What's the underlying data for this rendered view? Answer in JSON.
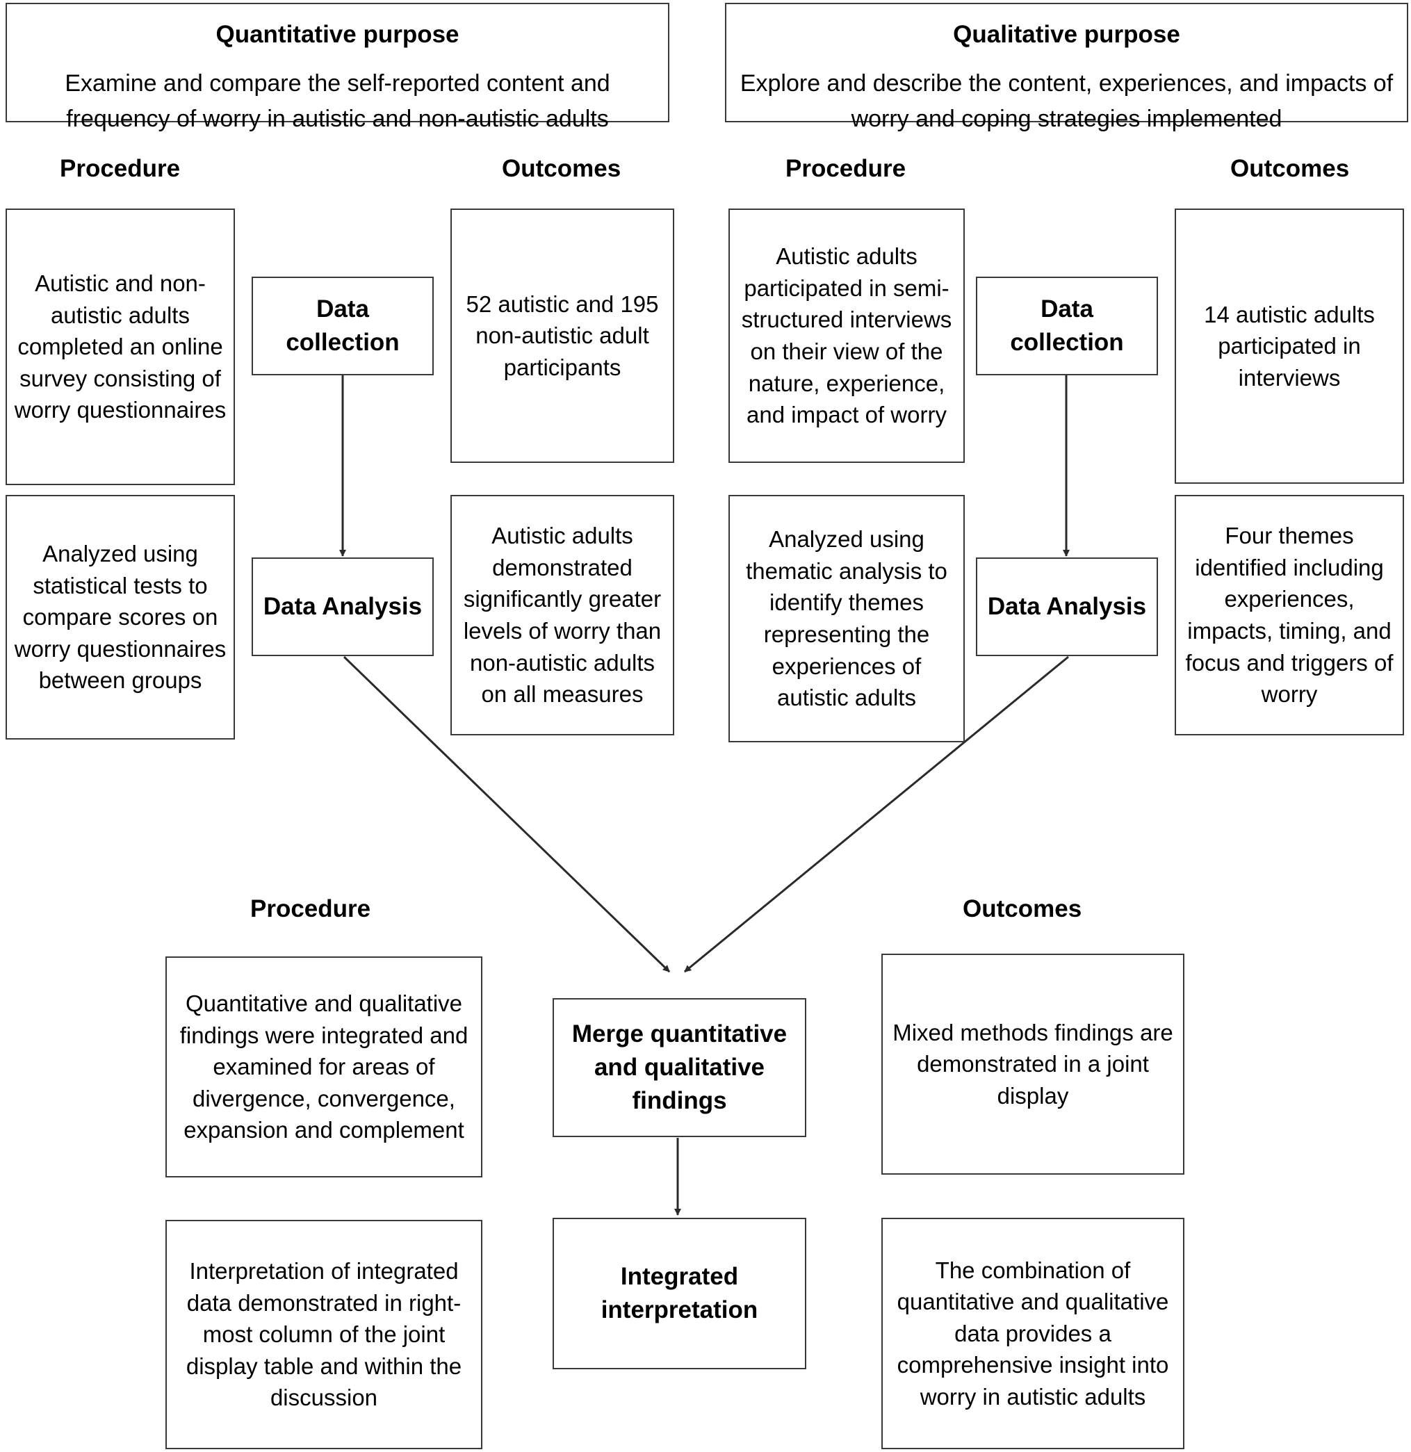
{
  "diagram": {
    "title": "Mixed methods study design flow diagram",
    "line_color": "#3a3a3a"
  },
  "quantitative": {
    "purpose_title": "Quantitative purpose",
    "purpose_text": "Examine and compare the self-reported content and frequency of worry in autistic and non-autistic adults",
    "procedure_label": "Procedure",
    "outcomes_label": "Outcomes",
    "procedure_1": "Autistic and non-autistic adults completed an online survey consisting of worry questionnaires",
    "procedure_2": "Analyzed using statistical tests to compare scores on worry questionnaires between groups",
    "stage_1": "Data collection",
    "stage_2": "Data Analysis",
    "outcome_1": "52 autistic and 195 non-autistic adult participants",
    "outcome_2": "Autistic adults demonstrated significantly greater levels of worry than non-autistic adults on all measures"
  },
  "qualitative": {
    "purpose_title": "Qualitative purpose",
    "purpose_text": "Explore and describe the content, experiences, and impacts of worry and coping strategies implemented",
    "procedure_label": "Procedure",
    "outcomes_label": "Outcomes",
    "procedure_1": "Autistic adults participated in semi-structured interviews on their view of the nature, experience, and impact of worry",
    "procedure_2": "Analyzed using thematic analysis to identify themes representing the experiences of autistic adults",
    "stage_1": "Data collection",
    "stage_2": "Data Analysis",
    "outcome_1": "14 autistic adults participated in interviews",
    "outcome_2": "Four themes identified including experiences, impacts, timing, and focus and triggers of worry"
  },
  "integration": {
    "procedure_label": "Procedure",
    "outcomes_label": "Outcomes",
    "procedure_1": "Quantitative and qualitative findings were integrated and examined for areas of divergence, convergence, expansion and complement",
    "procedure_2": "Interpretation of integrated data demonstrated in right-most column of the joint display table and within the discussion",
    "stage_1": "Merge quantitative and qualitative findings",
    "stage_2": "Integrated interpretation",
    "outcome_1": "Mixed methods findings are demonstrated in a joint display",
    "outcome_2": "The combination of quantitative and qualitative data provides a comprehensive insight into worry in autistic adults"
  }
}
